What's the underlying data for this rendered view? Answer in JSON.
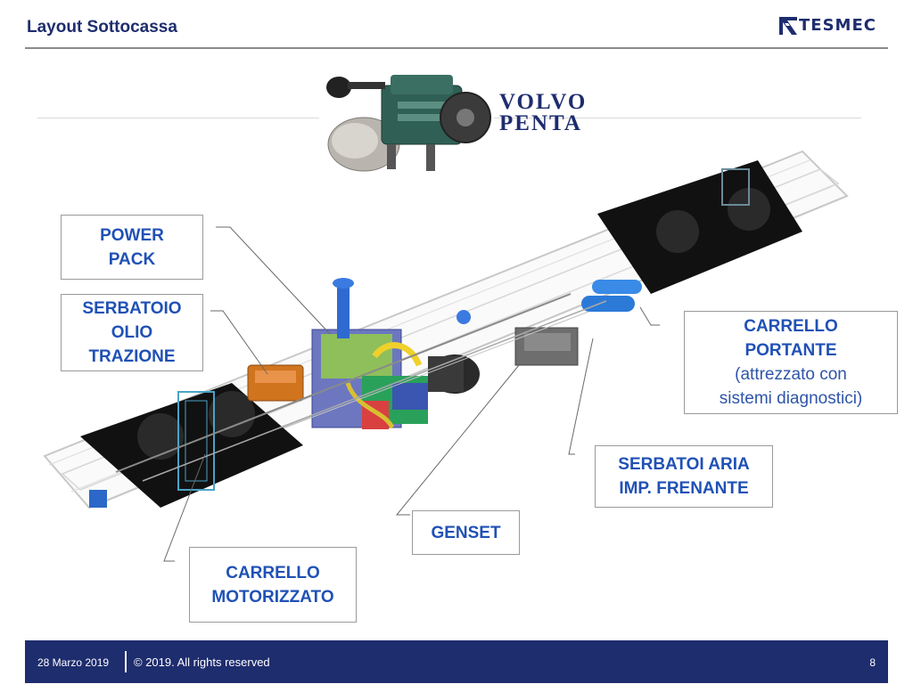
{
  "header": {
    "title": "Layout Sottocassa",
    "logo_text": "TESMEC",
    "brand_color": "#1e2d6e"
  },
  "engine_brand": {
    "line1": "VOLVO",
    "line2": "PENTA"
  },
  "labels": {
    "power_pack": {
      "line1": "POWER",
      "line2": "PACK"
    },
    "serbatoio": {
      "line1": "SERBATOIO",
      "line2": "OLIO",
      "line3": "TRAZIONE"
    },
    "carrello_portante": {
      "line1": "CARRELLO",
      "line2": "PORTANTE",
      "line3": "(attrezzato con",
      "line4": "sistemi diagnostici)"
    },
    "serbatoi_aria": {
      "line1": "SERBATOI ARIA",
      "line2": "IMP. FRENANTE"
    },
    "genset": {
      "line1": "GENSET"
    },
    "carrello_motorizzato": {
      "line1": "CARRELLO",
      "line2": "MOTORIZZATO"
    },
    "label_color": "#2051b5"
  },
  "footer": {
    "date": "28 Marzo 2019",
    "copyright": "© 2019. All rights reserved",
    "page_number": "8"
  }
}
